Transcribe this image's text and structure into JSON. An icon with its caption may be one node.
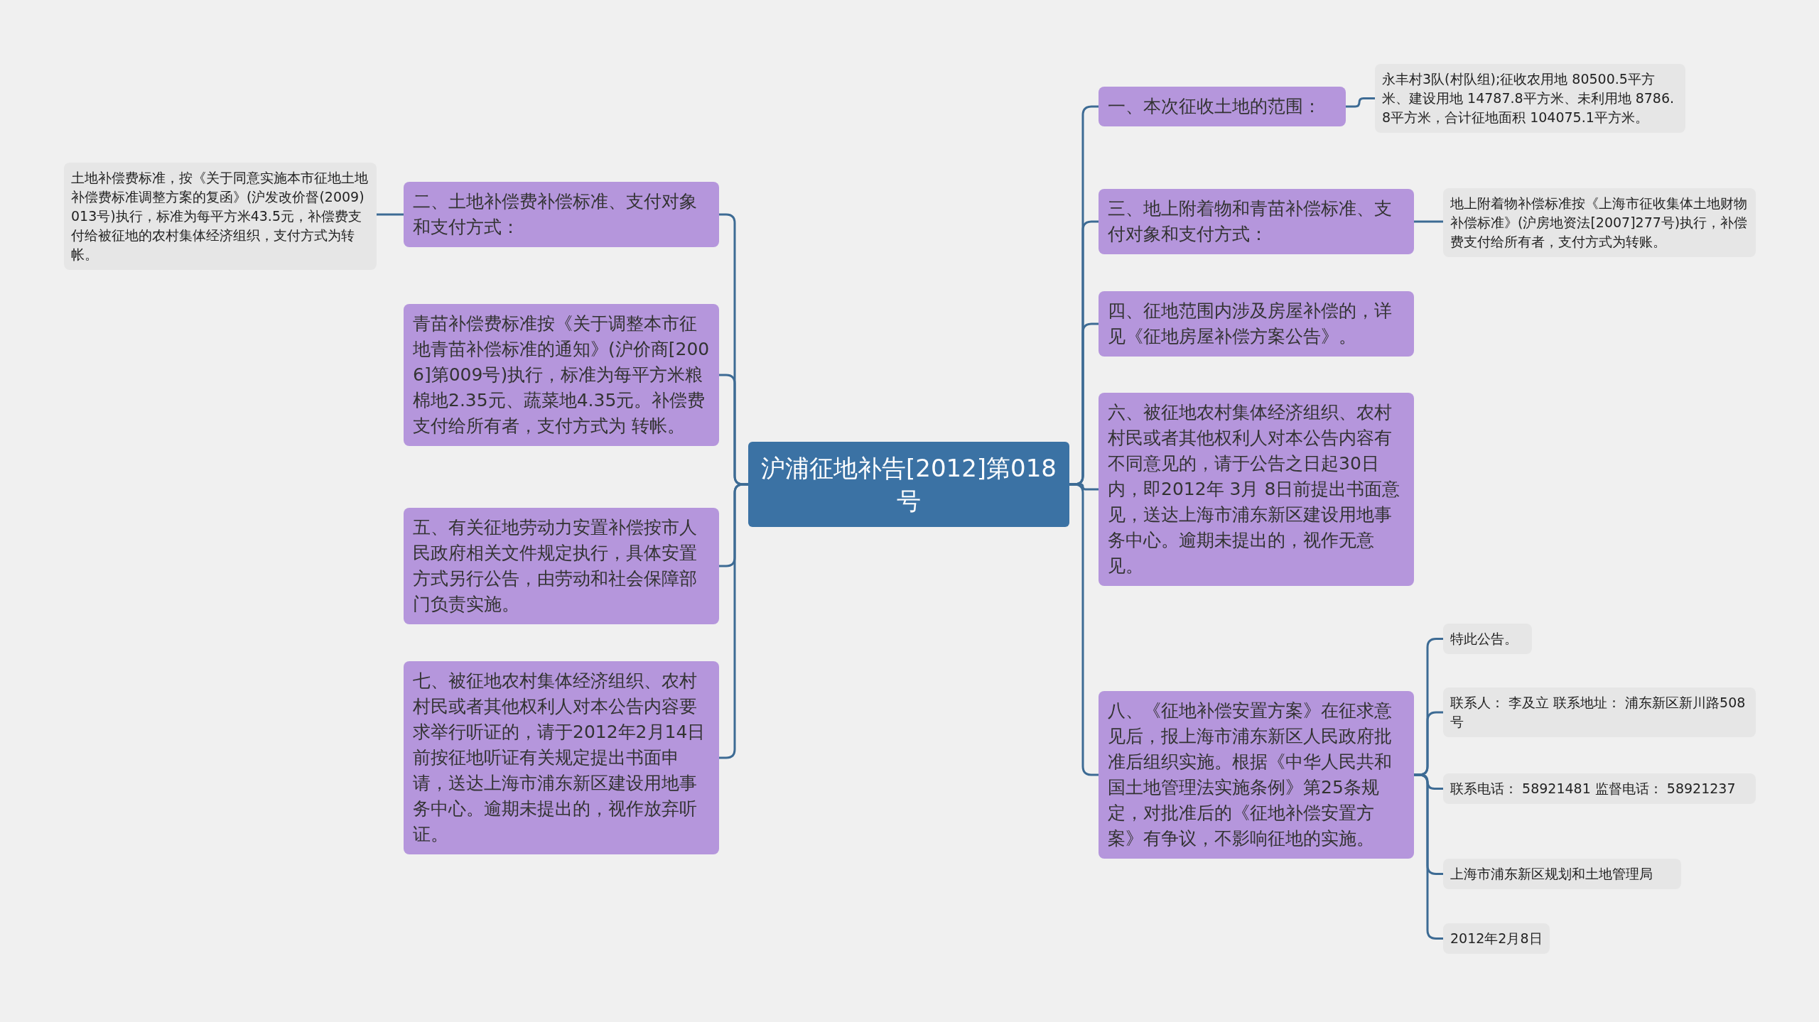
{
  "diagram": {
    "nodes": [
      {
        "text": [
          "沪浦征地补告[2012]第018号"
        ]
      },
      {
        "text": [
          "二、土地补偿费补偿标准、支付对象和支付方式："
        ]
      },
      {
        "text": [
          "土地补偿费标准，按《关于同意实施本市征地土地补偿费标准调整方案的复函》(沪发改价督(2009)013号)执行，标准为每平方米43.5元，补偿费支付给被征地的农村集体经济组织，支付方式为转帐。"
        ]
      },
      {
        "text": [
          "青苗补偿费标准按《关于调整本市征地青苗补偿标准的通知》(沪价商[2006]第009号)执行，标准为每平方米粮棉地2.35元、蔬菜地4.35元。补偿费支付给所有者，支付方式为 转帐。"
        ]
      },
      {
        "text": [
          "五、有关征地劳动力安置补偿按市人民政府相关文件规定执行，具体安置方式另行公告，由劳动和社会保障部门负责实施。"
        ]
      },
      {
        "text": [
          "七、被征地农村集体经济组织、农村村民或者其他权利人对本公告内容要求举行听证的，请于2012年2月14日前按征地听证有关规定提出书面申请，送达上海市浦东新区建设用地事务中心。逾期未提出的，视作放弃听证。"
        ]
      },
      {
        "text": [
          "一、本次征收土地的范围："
        ]
      },
      {
        "text": [
          "永丰村3队(村队组);征收农用地 80500.5平方米、建设用地 14787.8平方米、未利用地 8786.8平方米，合计征地面积 104075.1平方米。"
        ]
      },
      {
        "text": [
          "三、地上附着物和青苗补偿标准、支付对象和支付方式："
        ]
      },
      {
        "text": [
          "地上附着物补偿标准按《上海市征收集体土地财物补偿标准》(沪房地资法[2007]277号)执行，补偿费支付给所有者，支付方式为转账。"
        ]
      },
      {
        "text": [
          "四、征地范围内涉及房屋补偿的，详见《征地房屋补偿方案公告》。"
        ]
      },
      {
        "text": [
          "六、被征地农村集体经济组织、农村村民或者其他权利人对本公告内容有不同意见的，请于公告之日起30日内，即2012年 3月 8日前提出书面意见，送达上海市浦东新区建设用地事务中心。逾期未提出的，视作无意见。"
        ]
      },
      {
        "text": [
          "八、《征地补偿安置方案》在征求意见后，报上海市浦东新区人民政府批准后组织实施。根据《中华人民共和国土地管理法实施条例》第25条规定，对批准后的《征地补偿安置方案》有争议，不影响征地的实施。"
        ]
      },
      {
        "text": [
          "特此公告。"
        ]
      },
      {
        "text": [
          "联系人： 李及立 联系地址： 浦东新区新川路508号"
        ]
      },
      {
        "text": [
          "联系电话： 58921481 监督电话： 58921237"
        ]
      },
      {
        "text": [
          "上海市浦东新区规划和土地管理局"
        ]
      },
      {
        "text": [
          "2012年2月8日"
        ]
      }
    ],
    "edges": [
      {
        "from": 0,
        "to": 1,
        "arrow": "none"
      },
      {
        "from": 1,
        "to": 2,
        "arrow": "none"
      },
      {
        "from": 0,
        "to": 3,
        "arrow": "none"
      },
      {
        "from": 0,
        "to": 4,
        "arrow": "none"
      },
      {
        "from": 0,
        "to": 5,
        "arrow": "none"
      },
      {
        "from": 0,
        "to": 6,
        "arrow": "none"
      },
      {
        "from": 6,
        "to": 7,
        "arrow": "none"
      },
      {
        "from": 0,
        "to": 8,
        "arrow": "none"
      },
      {
        "from": 8,
        "to": 9,
        "arrow": "none"
      },
      {
        "from": 0,
        "to": 10,
        "arrow": "none"
      },
      {
        "from": 0,
        "to": 11,
        "arrow": "none"
      },
      {
        "from": 0,
        "to": 12,
        "arrow": "none"
      },
      {
        "from": 12,
        "to": 13,
        "arrow": "none"
      },
      {
        "from": 12,
        "to": 14,
        "arrow": "none"
      },
      {
        "from": 12,
        "to": 15,
        "arrow": "none"
      },
      {
        "from": 12,
        "to": 16,
        "arrow": "none"
      },
      {
        "from": 12,
        "to": 17,
        "arrow": "none"
      }
    ]
  }
}
